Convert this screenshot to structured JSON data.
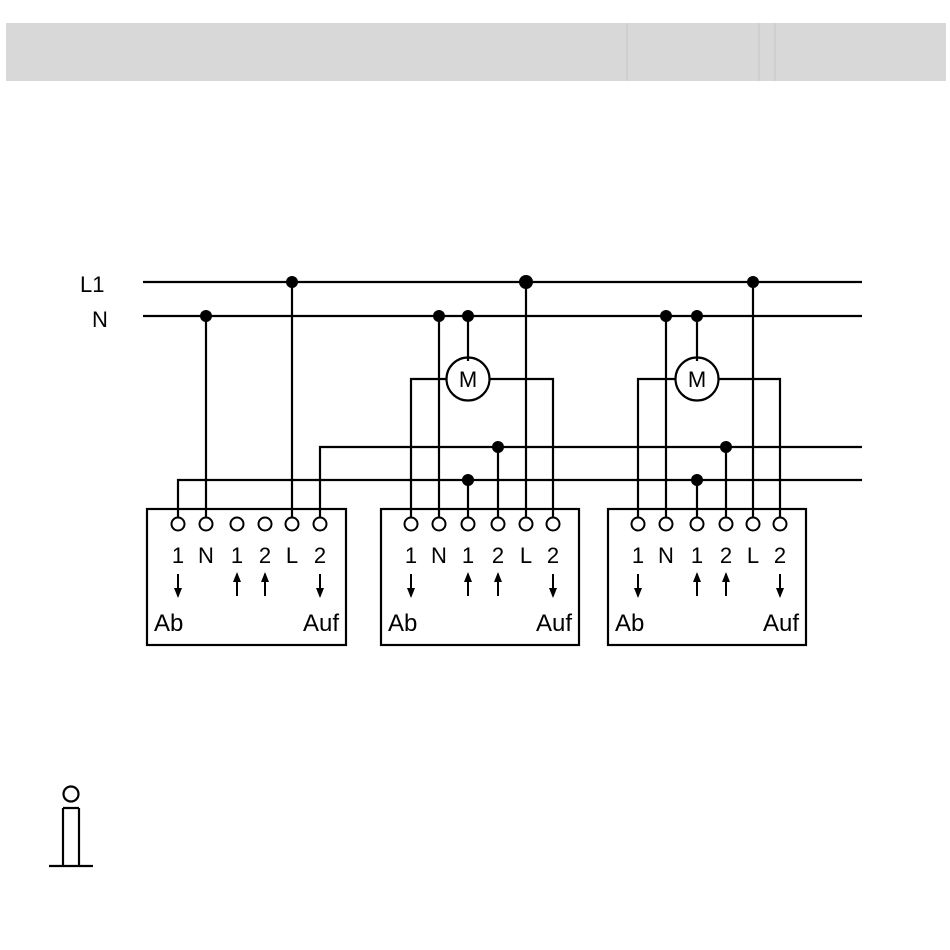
{
  "lines": {
    "l1_label": "L1",
    "n_label": "N"
  },
  "motor_label": "M",
  "actuators": [
    {
      "terminals": [
        "1",
        "N",
        "1",
        "2",
        "L",
        "2"
      ],
      "left_label": "Ab",
      "right_label": "Auf"
    },
    {
      "terminals": [
        "1",
        "N",
        "1",
        "2",
        "L",
        "2"
      ],
      "left_label": "Ab",
      "right_label": "Auf"
    },
    {
      "terminals": [
        "1",
        "N",
        "1",
        "2",
        "L",
        "2"
      ],
      "left_label": "Ab",
      "right_label": "Auf"
    }
  ],
  "colors": {
    "header_bar": "#d8d8d8",
    "line": "#000000",
    "background": "#ffffff"
  },
  "icons": {
    "info": "info-icon"
  }
}
